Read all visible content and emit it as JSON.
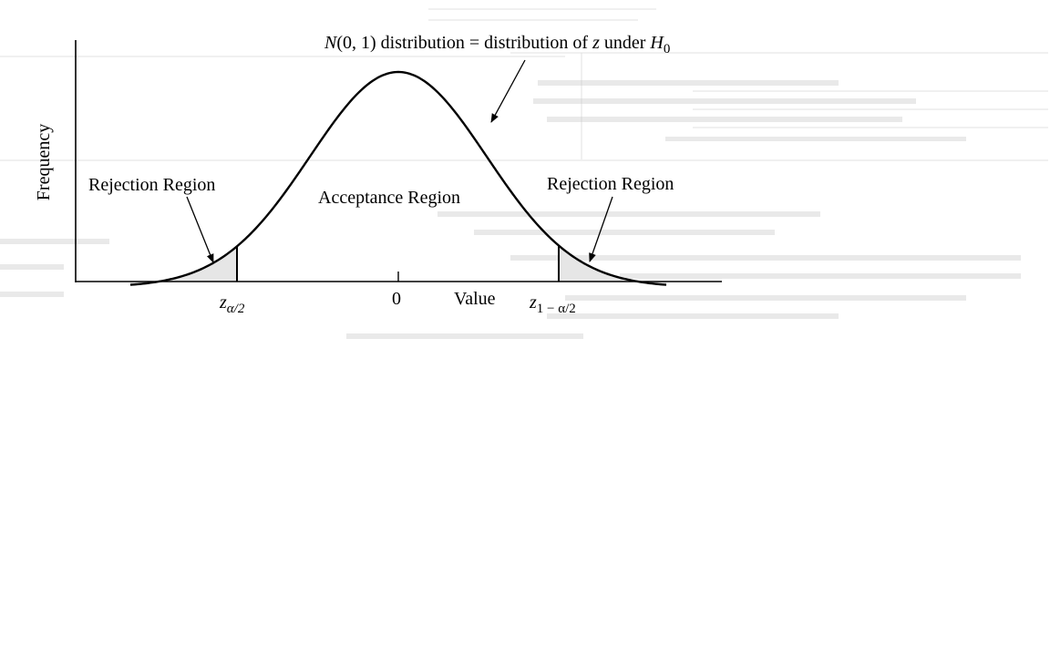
{
  "title": {
    "lhs": "N",
    "args": "(0, 1)",
    "mid": " distribution = distribution of ",
    "var": "z",
    "under": " under ",
    "h": "H",
    "h_sub": "0"
  },
  "axes": {
    "ylabel": "Frequency",
    "xlabel": "Value",
    "zero_tick": "0"
  },
  "regions": {
    "left_rejection": "Rejection Region",
    "acceptance": "Acceptance Region",
    "right_rejection": "Rejection Region"
  },
  "critical_values": {
    "left_var": "z",
    "left_sub": "α/2",
    "right_var": "z",
    "right_sub": "1 − α/2"
  },
  "colors": {
    "curve": "#000000",
    "shade": "#e6e6e6",
    "text": "#000000"
  }
}
